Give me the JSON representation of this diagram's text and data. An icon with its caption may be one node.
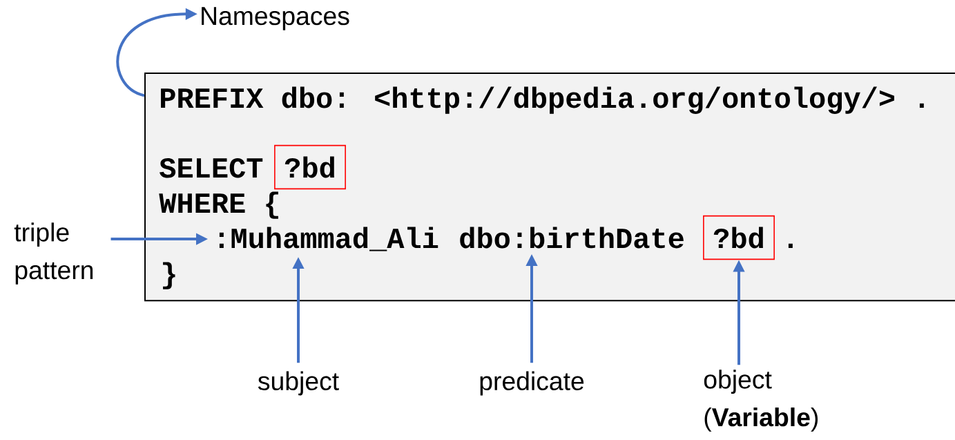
{
  "diagram": {
    "nodes": [
      {
        "text": [
          "Namespaces"
        ]
      },
      {
        "text": [],
        "shape": "box"
      },
      {
        "text": [
          "PREFIX dbo: <http://dbpedia.org/ontology/> ."
        ],
        "in": 1
      },
      {
        "text": [
          "SELECT"
        ],
        "in": 1
      },
      {
        "text": [
          "?bd"
        ],
        "in": 1
      },
      {
        "text": [
          "WHERE {"
        ],
        "in": 1
      },
      {
        "text": [
          ":Muhammad_Ali"
        ],
        "in": 1
      },
      {
        "text": [
          "dbo:birthDate"
        ],
        "in": 1
      },
      {
        "text": [
          "?bd"
        ],
        "in": 1
      },
      {
        "text": [
          "."
        ],
        "in": 1
      },
      {
        "text": [
          "}"
        ],
        "in": 1
      },
      {
        "text": [
          "triple pattern"
        ]
      },
      {
        "text": [
          "subject"
        ]
      },
      {
        "text": [
          "predicate"
        ]
      },
      {
        "text": [
          "object (**Variable**)"
        ]
      }
    ],
    "edges": [
      {
        "from": 1,
        "to": 0,
        "arrow": "to"
      },
      {
        "from": 11,
        "to": 6,
        "arrow": "to"
      },
      {
        "from": 12,
        "to": 6,
        "arrow": "to"
      },
      {
        "from": 13,
        "to": 7,
        "arrow": "to"
      },
      {
        "from": 14,
        "to": 8,
        "arrow": "to"
      }
    ]
  }
}
